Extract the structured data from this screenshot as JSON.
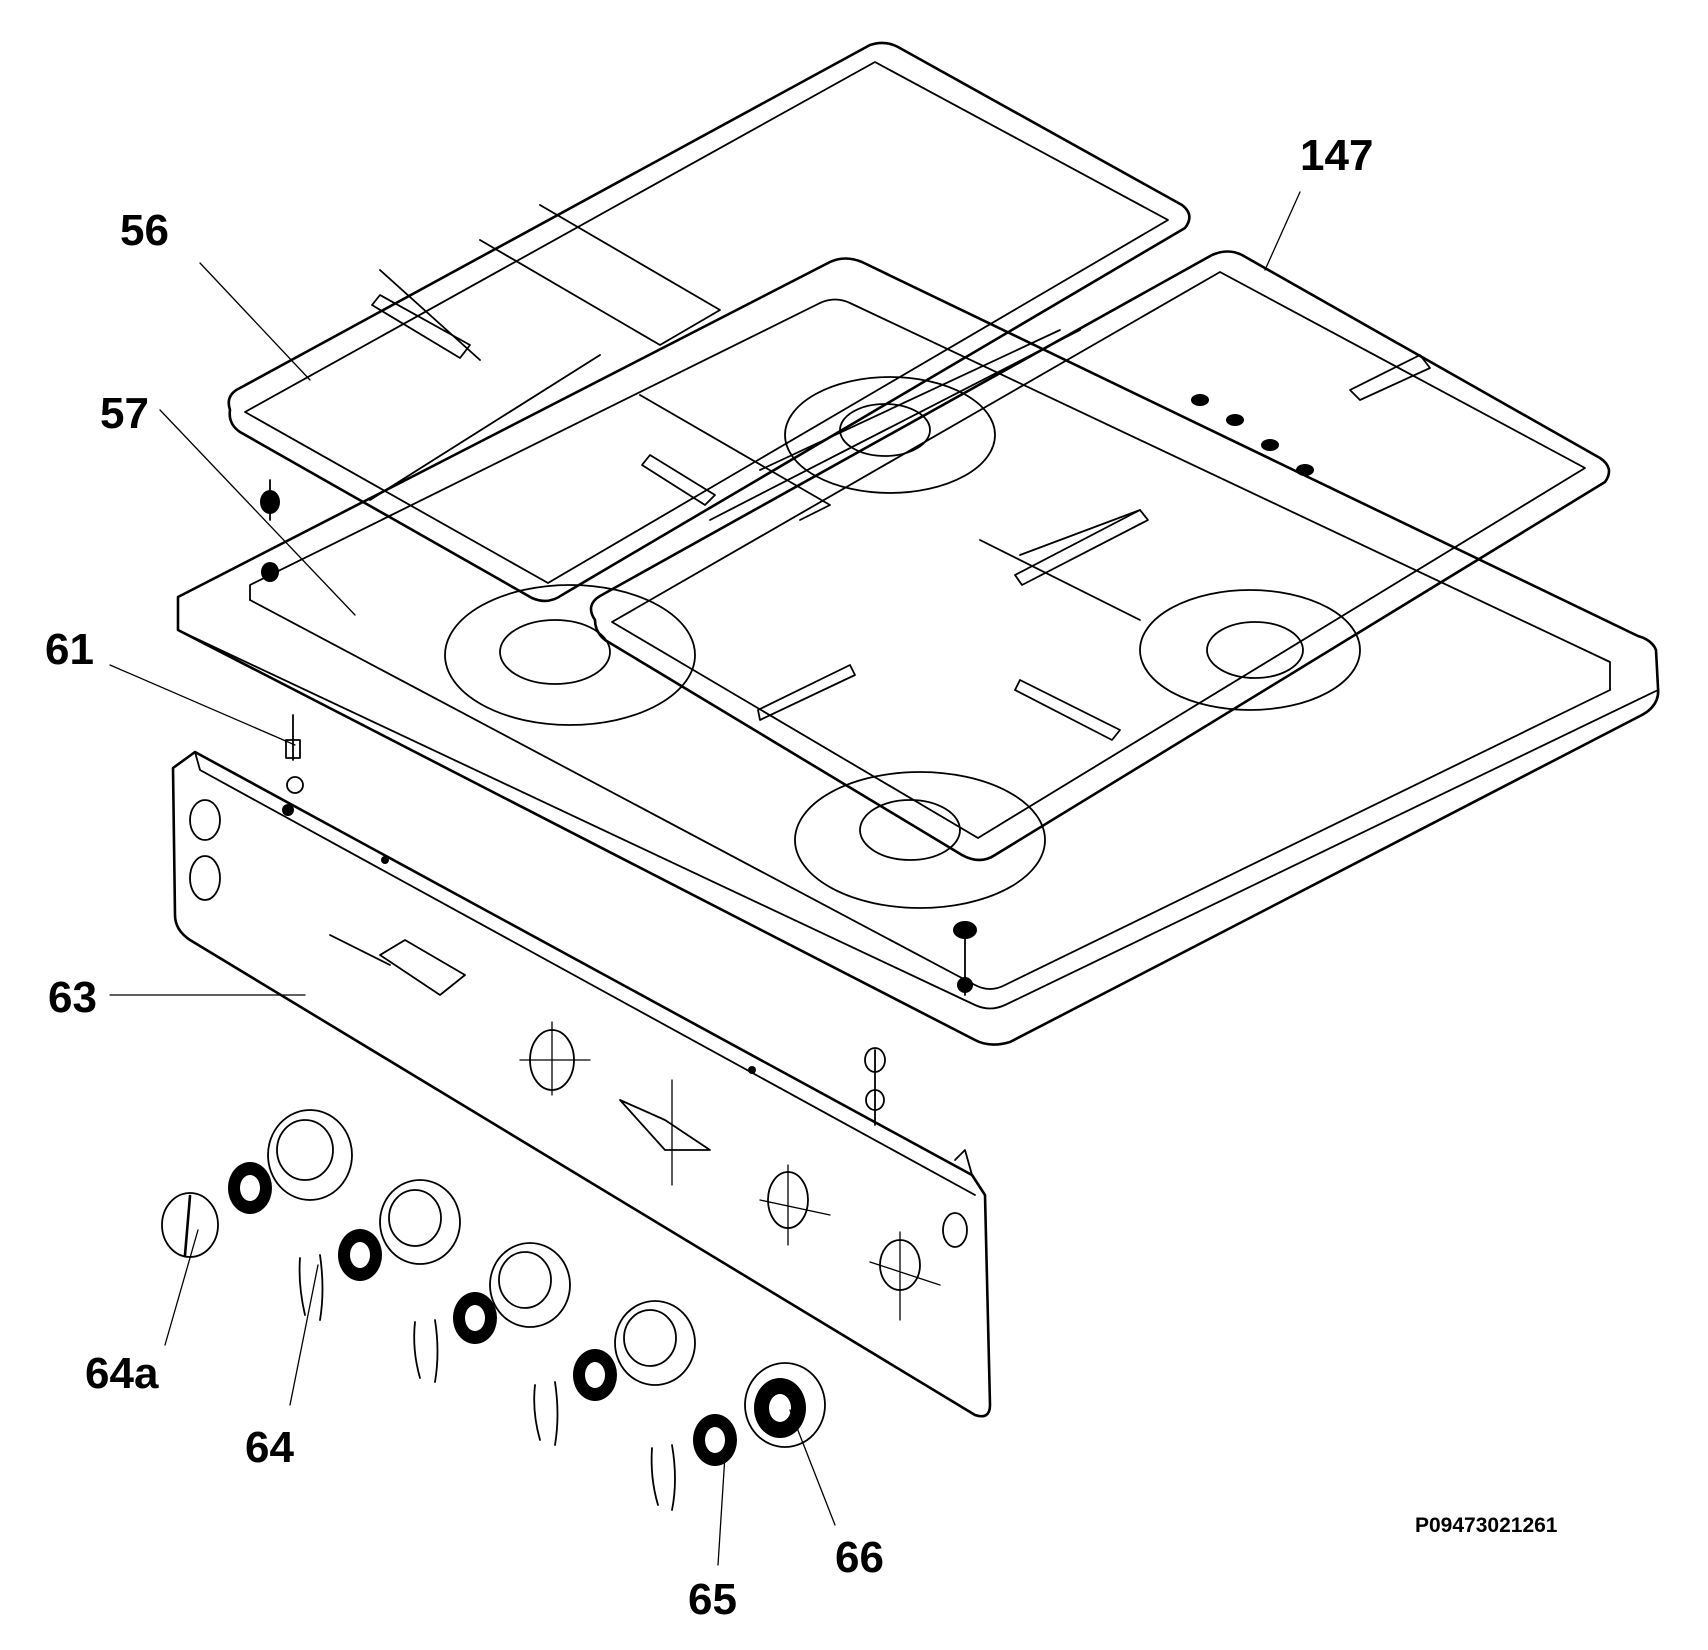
{
  "labels": {
    "l147": "147",
    "l56": "56",
    "l57": "57",
    "l61": "61",
    "l63": "63",
    "l64a": "64a",
    "l64": "64",
    "l65": "65",
    "l66": "66"
  },
  "drawing_code": "P09473021261"
}
